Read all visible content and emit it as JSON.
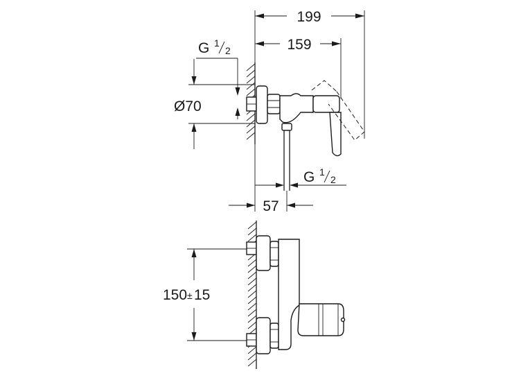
{
  "dimensions": {
    "total_depth": "199",
    "lever_depth": "159",
    "inlet_thread_prefix": "G",
    "inlet_thread_num": "1",
    "inlet_thread_den": "2",
    "rosette_diameter": "Ø70",
    "outlet_thread_prefix": "G",
    "outlet_thread_num": "1",
    "outlet_thread_den": "2",
    "outlet_offset": "57",
    "inlet_spacing_value": "150",
    "inlet_spacing_tolerance": "±15"
  }
}
